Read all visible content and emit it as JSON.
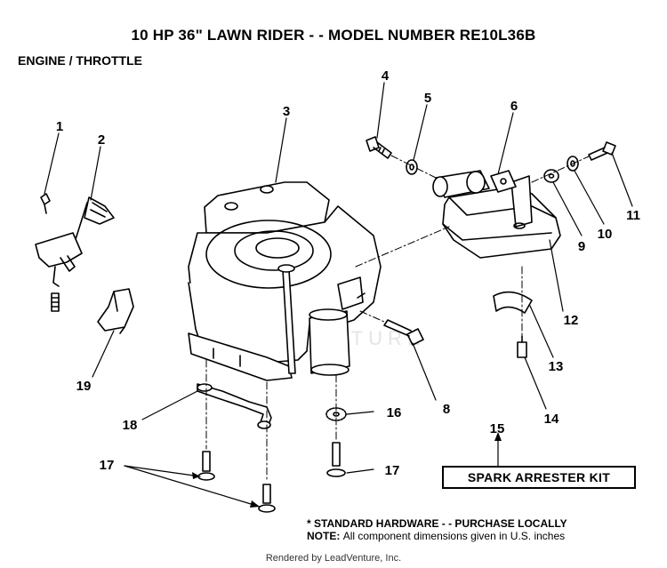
{
  "header": {
    "title": "10 HP 36\" LAWN RIDER - - MODEL NUMBER RE10L36B",
    "subtitle": "ENGINE / THROTTLE"
  },
  "callouts": [
    "1",
    "2",
    "3",
    "4",
    "5",
    "6",
    "8",
    "9",
    "10",
    "11",
    "12",
    "13",
    "14",
    "15",
    "16",
    "17",
    "17",
    "18",
    "19"
  ],
  "kit_label": "SPARK ARRESTER KIT",
  "hardware_note": "* STANDARD HARDWARE - - PURCHASE LOCALLY",
  "note": {
    "label": "NOTE:",
    "text": "All component dimensions given in U.S. inches"
  },
  "watermark": "LEADVENTURE",
  "footer": "Rendered by LeadVenture, Inc."
}
